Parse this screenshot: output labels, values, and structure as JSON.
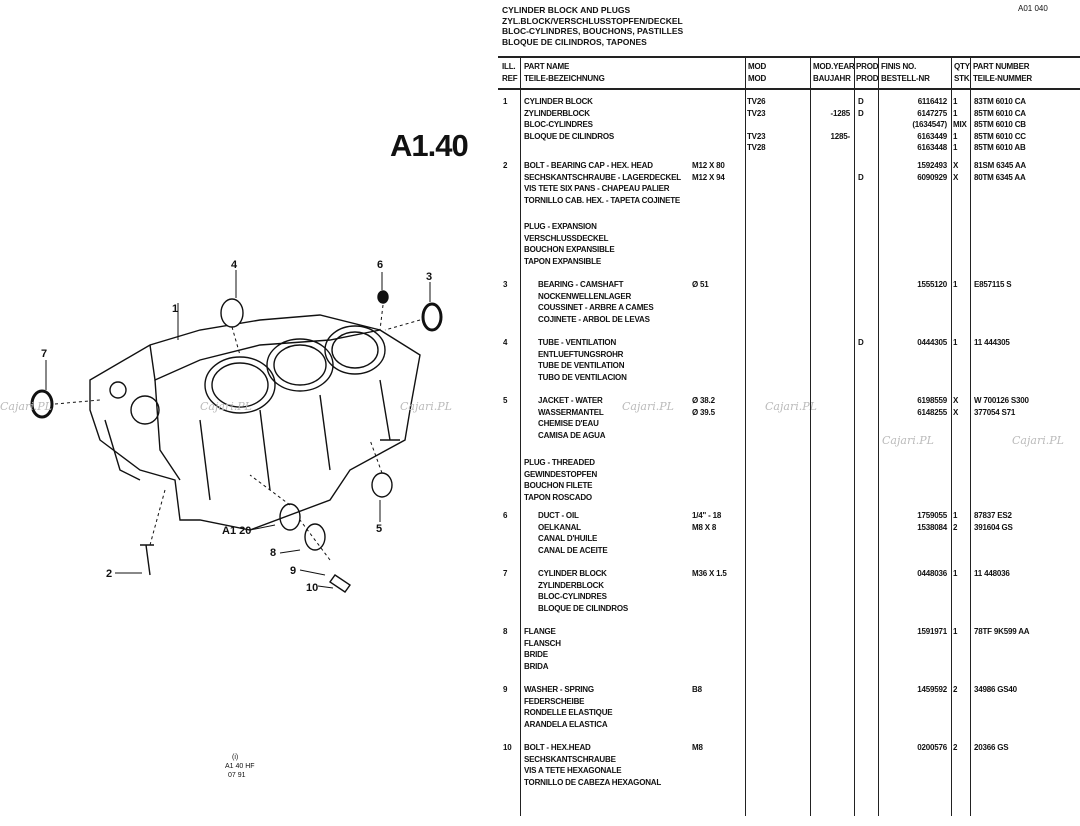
{
  "header": {
    "titles": [
      "CYLINDER BLOCK AND PLUGS",
      "ZYL.BLOCK/VERSCHLUSSTOPFEN/DECKEL",
      "BLOC-CYLINDRES, BOUCHONS, PASTILLES",
      "BLOQUE DE CILINDROS, TAPONES"
    ],
    "page_code": "A01 040"
  },
  "illustration": {
    "group_code": "A1.40",
    "callouts": [
      "1",
      "2",
      "3",
      "4",
      "5",
      "6",
      "7",
      "8",
      "9",
      "10"
    ],
    "ref_label": "A1 20",
    "caption": [
      "(i)",
      "A1 40 HF",
      "07 91"
    ],
    "watermark": "Cajari.PL"
  },
  "columns": {
    "ill_ref": [
      "ILL.",
      "REF"
    ],
    "part_name": [
      "PART NAME",
      "TEILE-BEZEICHNUNG"
    ],
    "mod": [
      "MOD",
      "MOD"
    ],
    "mod_year": [
      "MOD.YEAR",
      "BAUJAHR"
    ],
    "prod": [
      "PROD",
      "PROD"
    ],
    "finis": [
      "FINIS NO.",
      "BESTELL-NR"
    ],
    "qty": [
      "QTY",
      "STK"
    ],
    "part_number": [
      "PART NUMBER",
      "TEILE-NUMMER"
    ]
  },
  "entries": [
    {
      "ref": "1",
      "indent": false,
      "names": [
        "CYLINDER BLOCK",
        "ZYLINDERBLOCK",
        "BLOC-CYLINDRES",
        "BLOQUE DE CILINDROS"
      ],
      "rows": [
        {
          "spec": "",
          "mod": "TV26",
          "year": "",
          "prod": "D",
          "finis": "6116412",
          "qty": "1",
          "pn": "83TM 6010 CA"
        },
        {
          "spec": "",
          "mod": "TV23",
          "year": "-1285",
          "prod": "D",
          "finis": "6147275",
          "qty": "1",
          "pn": "85TM 6010 CA"
        },
        {
          "spec": "",
          "mod": "",
          "year": "",
          "prod": "",
          "finis": "(1634547)",
          "qty": "MIX",
          "pn": "85TM 6010 CB"
        },
        {
          "spec": "",
          "mod": "TV23",
          "year": "1285-",
          "prod": "",
          "finis": "6163449",
          "qty": "1",
          "pn": "85TM 6010 CC"
        },
        {
          "spec": "",
          "mod": "TV28",
          "year": "",
          "prod": "",
          "finis": "6163448",
          "qty": "1",
          "pn": "85TM 6010 AB"
        }
      ]
    },
    {
      "ref": "2",
      "indent": false,
      "names": [
        "BOLT - BEARING CAP - HEX. HEAD",
        "SECHSKANTSCHRAUBE - LAGERDECKEL",
        "VIS TETE SIX PANS - CHAPEAU PALIER",
        "TORNILLO CAB. HEX. - TAPETA COJINETE"
      ],
      "rows": [
        {
          "spec": "M12 X 80",
          "mod": "",
          "year": "",
          "prod": "",
          "finis": "1592493",
          "qty": "X",
          "pn": "81SM 6345 AA"
        },
        {
          "spec": "M12 X 94",
          "mod": "",
          "year": "",
          "prod": "D",
          "finis": "6090929",
          "qty": "X",
          "pn": "80TM 6345 AA"
        }
      ]
    },
    {
      "ref": "",
      "indent": false,
      "names": [
        "PLUG - EXPANSION",
        "VERSCHLUSSDECKEL",
        "BOUCHON EXPANSIBLE",
        "TAPON EXPANSIBLE"
      ],
      "rows": []
    },
    {
      "ref": "3",
      "indent": true,
      "names": [
        "BEARING - CAMSHAFT",
        "NOCKENWELLENLAGER",
        "COUSSINET - ARBRE A CAMES",
        "COJINETE - ARBOL DE LEVAS"
      ],
      "rows": [
        {
          "spec": "Ø 51",
          "mod": "",
          "year": "",
          "prod": "",
          "finis": "1555120",
          "qty": "1",
          "pn": "E857115 S"
        }
      ]
    },
    {
      "ref": "4",
      "indent": true,
      "names": [
        "TUBE - VENTILATION",
        "ENTLUEFTUNGSROHR",
        "TUBE DE VENTILATION",
        "TUBO DE VENTILACION"
      ],
      "rows": [
        {
          "spec": "",
          "mod": "",
          "year": "",
          "prod": "D",
          "finis": "0444305",
          "qty": "1",
          "pn": "11 444305"
        }
      ]
    },
    {
      "ref": "5",
      "indent": true,
      "names": [
        "JACKET - WATER",
        "WASSERMANTEL",
        "CHEMISE D'EAU",
        "CAMISA DE AGUA"
      ],
      "rows": [
        {
          "spec": "Ø 38.2",
          "mod": "",
          "year": "",
          "prod": "",
          "finis": "6198559",
          "qty": "X",
          "pn": "W 700126 S300"
        },
        {
          "spec": "Ø 39.5",
          "mod": "",
          "year": "",
          "prod": "",
          "finis": "6148255",
          "qty": "X",
          "pn": "377054 S71"
        }
      ]
    },
    {
      "ref": "",
      "indent": false,
      "names": [
        "PLUG - THREADED",
        "GEWINDESTOPFEN",
        "BOUCHON FILETE",
        "TAPON ROSCADO"
      ],
      "rows": []
    },
    {
      "ref": "6",
      "indent": true,
      "names": [
        "DUCT - OIL",
        "OELKANAL",
        "CANAL D'HUILE",
        "CANAL DE ACEITE"
      ],
      "rows": [
        {
          "spec": "1/4\" - 18",
          "mod": "",
          "year": "",
          "prod": "",
          "finis": "1759055",
          "qty": "1",
          "pn": "87837 ES2"
        },
        {
          "spec": "M8 X 8",
          "mod": "",
          "year": "",
          "prod": "",
          "finis": "1538084",
          "qty": "2",
          "pn": "391604 GS"
        }
      ]
    },
    {
      "ref": "7",
      "indent": true,
      "names": [
        "CYLINDER BLOCK",
        "ZYLINDERBLOCK",
        "BLOC-CYLINDRES",
        "BLOQUE DE CILINDROS"
      ],
      "rows": [
        {
          "spec": "M36 X 1.5",
          "mod": "",
          "year": "",
          "prod": "",
          "finis": "0448036",
          "qty": "1",
          "pn": "11 448036"
        }
      ]
    },
    {
      "ref": "8",
      "indent": false,
      "names": [
        "FLANGE",
        "FLANSCH",
        "BRIDE",
        "BRIDA"
      ],
      "rows": [
        {
          "spec": "",
          "mod": "",
          "year": "",
          "prod": "",
          "finis": "1591971",
          "qty": "1",
          "pn": "78TF 9K599 AA"
        }
      ]
    },
    {
      "ref": "9",
      "indent": false,
      "names": [
        "WASHER - SPRING",
        "FEDERSCHEIBE",
        "RONDELLE ELASTIQUE",
        "ARANDELA ELASTICA"
      ],
      "rows": [
        {
          "spec": "B8",
          "mod": "",
          "year": "",
          "prod": "",
          "finis": "1459592",
          "qty": "2",
          "pn": "34986 GS40"
        }
      ]
    },
    {
      "ref": "10",
      "indent": false,
      "names": [
        "BOLT - HEX.HEAD",
        "SECHSKANTSCHRAUBE",
        "VIS A TETE HEXAGONALE",
        "TORNILLO DE CABEZA HEXAGONAL"
      ],
      "rows": [
        {
          "spec": "M8",
          "mod": "",
          "year": "",
          "prod": "",
          "finis": "0200576",
          "qty": "2",
          "pn": "20366 GS"
        }
      ]
    }
  ]
}
